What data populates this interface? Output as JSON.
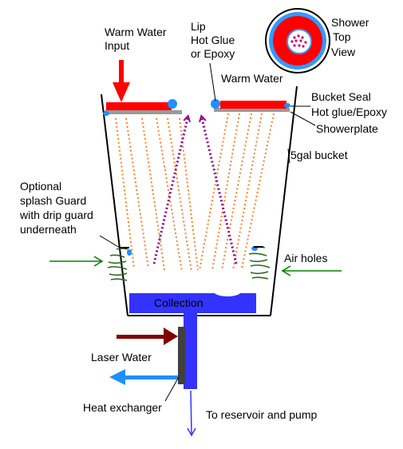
{
  "labels": {
    "warm_water_input_1": "Warm Water",
    "warm_water_input_2": "Input",
    "lip_1": "Lip",
    "lip_2": "Hot Glue",
    "lip_3": "or Epoxy",
    "shower_top_view_1": "Shower",
    "shower_top_view_2": "Top",
    "shower_top_view_3": "View",
    "warm_water": "Warm Water",
    "bucket_seal_1": "Bucket Seal",
    "bucket_seal_2": "Hot glue/Epoxy",
    "showerplate": "Showerplate",
    "bucket": "5gal bucket",
    "splash_guard_1": "Optional",
    "splash_guard_2": "splash Guard",
    "splash_guard_3": "with drip guard",
    "splash_guard_4": "underneath",
    "air_holes": "Air holes",
    "collection": "Collection",
    "laser_water": "Laser Water",
    "heat_exchanger": "Heat exchanger",
    "reservoir": "To reservoir and pump"
  },
  "colors": {
    "input_arrow": "#ff0000",
    "shower_head": "#ff0000",
    "shower_ring": "#3399ff",
    "glue": "#1e90ff",
    "showerplate": "#999999",
    "spray": "#ff7f27",
    "vapor": "#8b008b",
    "air_arrow": "#008000",
    "splash_guard": "#2e6b1e",
    "collection": "#3333ff",
    "laser_in_arrow": "#800000",
    "laser_out_arrow": "#1e90ff",
    "heat_exchanger": "#404040",
    "outline": "#000000"
  }
}
